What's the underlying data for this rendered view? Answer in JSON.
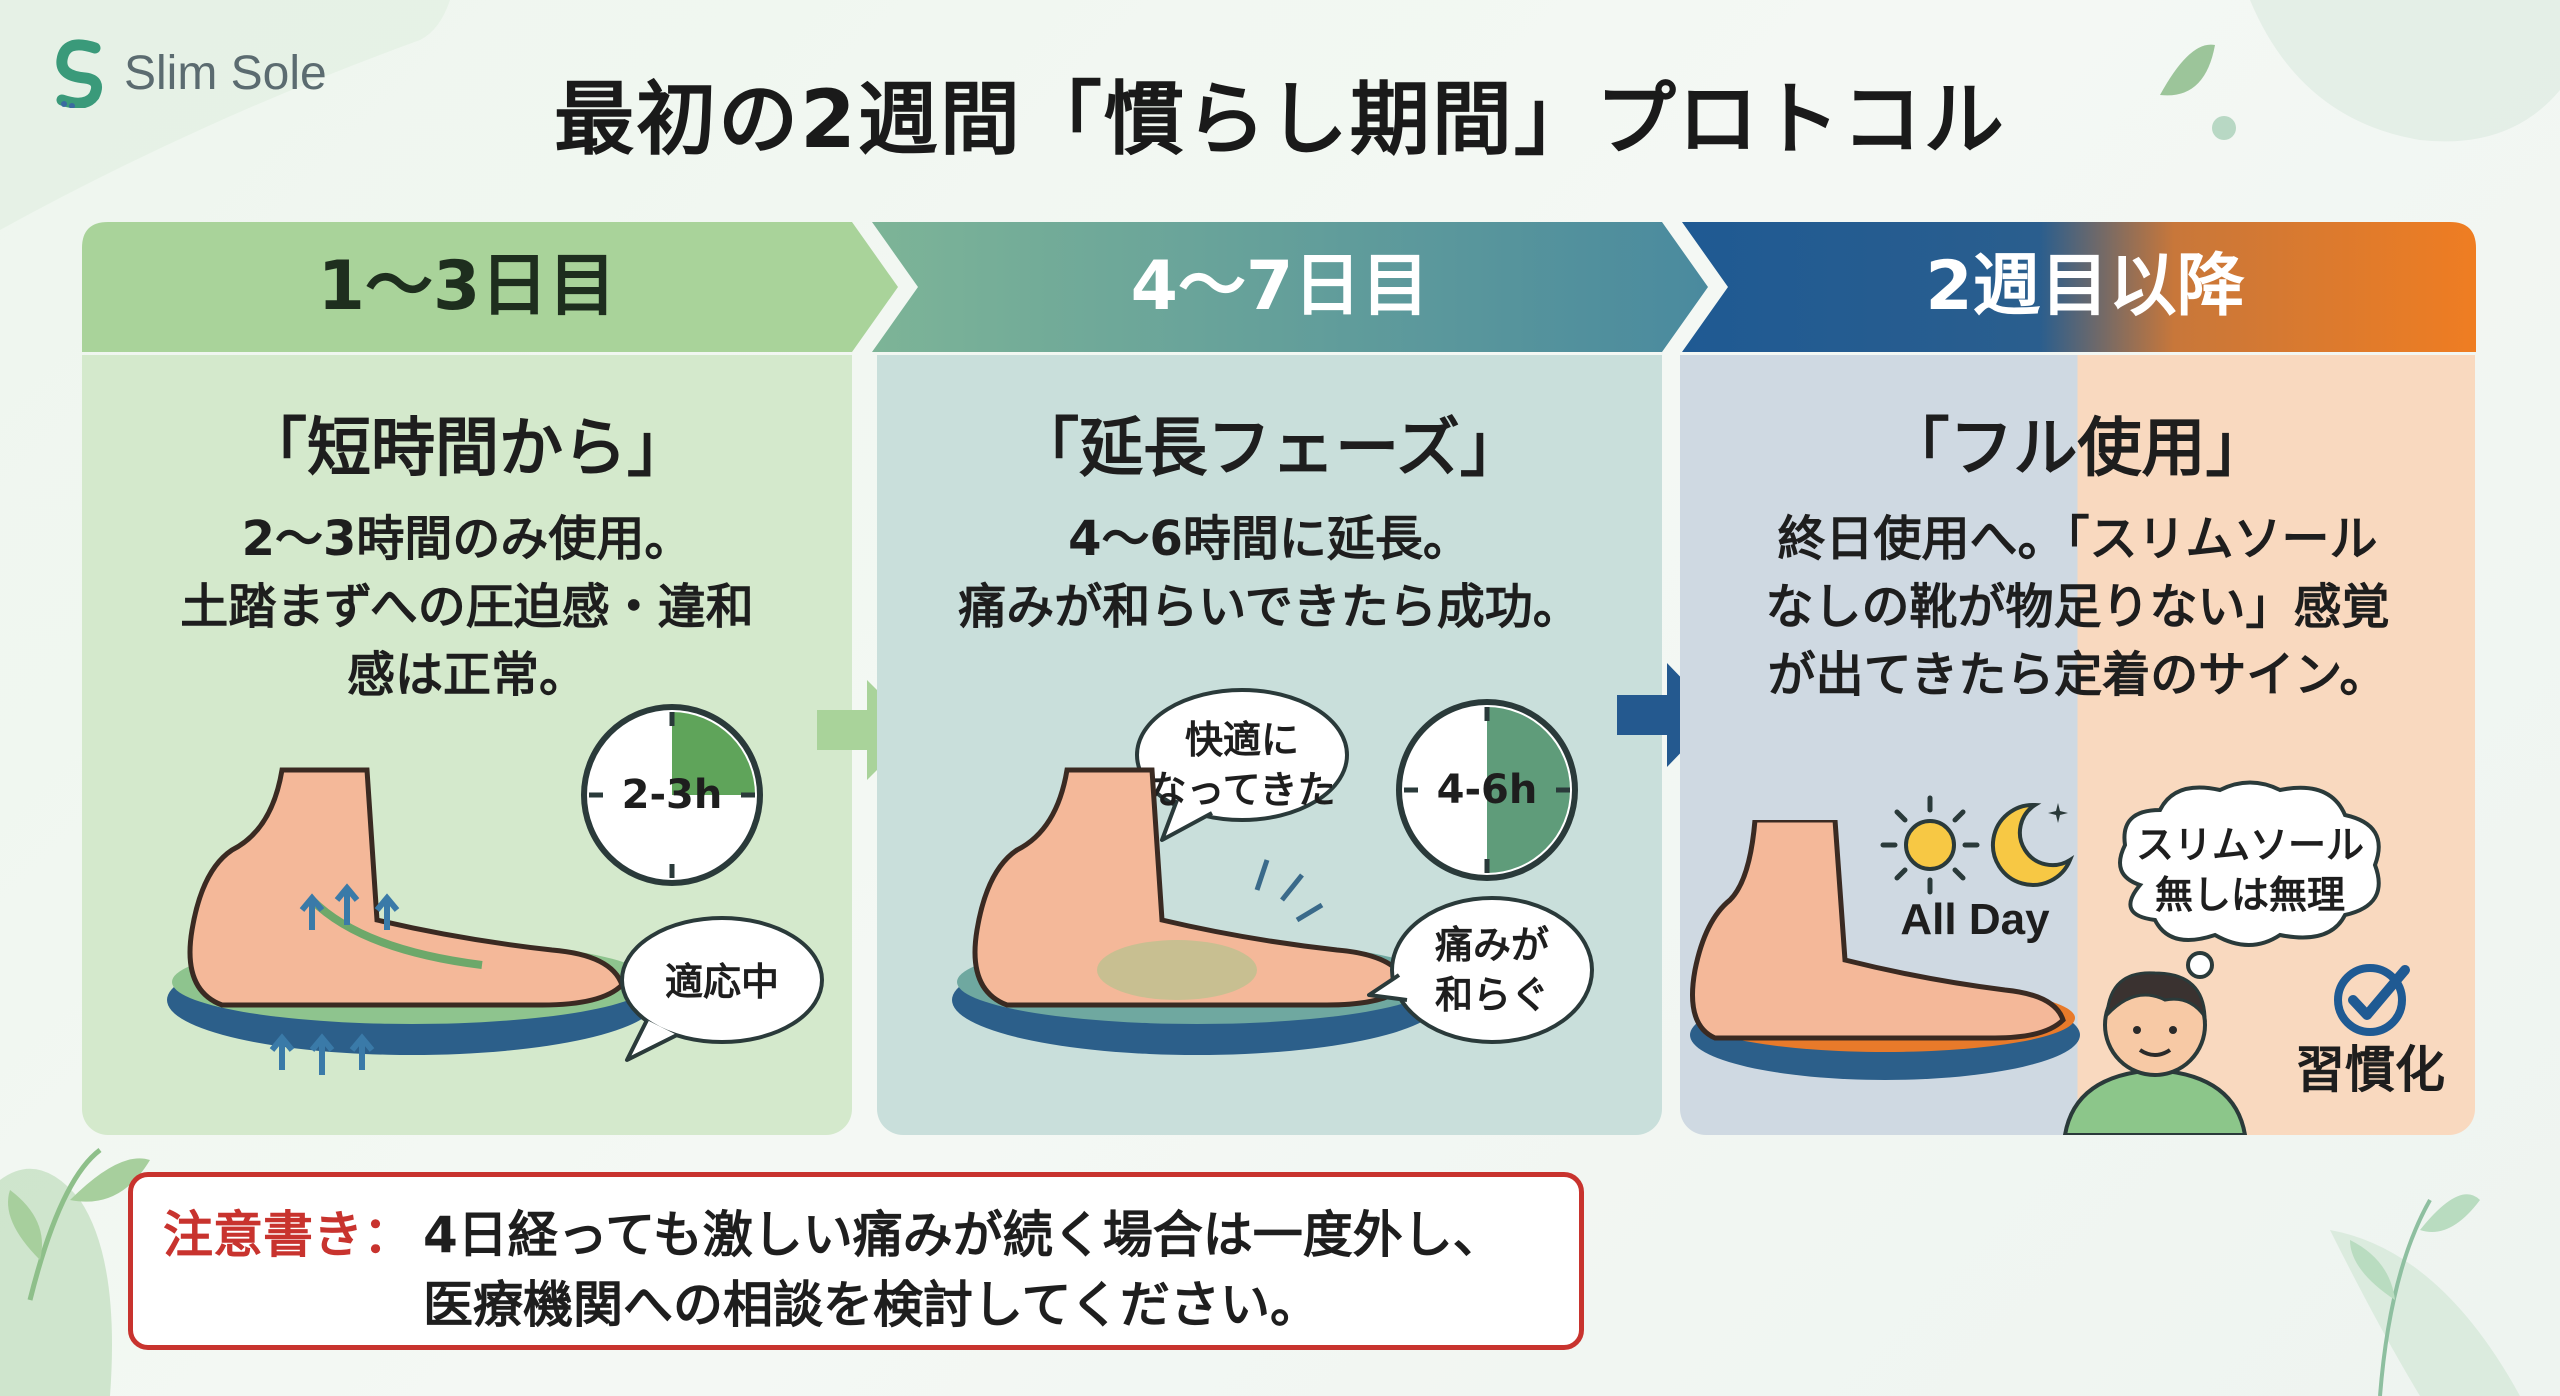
{
  "brand": {
    "name": "Slim Sole"
  },
  "title": "最初の2週間「慣らし期間」プロトコル",
  "steps": [
    {
      "label": "1〜3日目",
      "subtitle": "「短時間から」",
      "desc": [
        "2〜3時間のみ使用。",
        "土踏まずへの圧迫感・違和",
        "感は正常。"
      ],
      "clock": "2-3h",
      "bubble": "適応中"
    },
    {
      "label": "4〜7日目",
      "subtitle": "「延長フェーズ」",
      "desc": [
        "4〜6時間に延長。",
        "痛みが和らいできたら成功。"
      ],
      "clock": "4-6h",
      "bubble_top": [
        "快適に",
        "なってきた"
      ],
      "bubble_bottom": [
        "痛みが",
        "和らぐ"
      ]
    },
    {
      "label": "2週目以降",
      "subtitle": "「フル使用」",
      "desc": [
        "終日使用へ。「スリムソール",
        "なしの靴が物足りない」感覚",
        "が出てきたら定着のサイン。"
      ],
      "allday": "All Day",
      "thought": [
        "スリムソール",
        "無しは無理"
      ],
      "habit": "習慣化"
    }
  ],
  "caution": {
    "label": "注意書き：",
    "lines": [
      "4日経っても激しい痛みが続く場合は一度外し、",
      "医療機関への相談を検討してください。"
    ]
  },
  "colors": {
    "step1_header": "#a9d39a",
    "step2_header": "#5c9a96",
    "step3_header_left": "#1f5a93",
    "step3_header_right": "#ef7d22",
    "caution_red": "#c8332e",
    "insole_blue": "#2c5f8a",
    "insole_green": "#7fb88a",
    "insole_orange": "#e87a2a"
  },
  "icons": [
    "logo-s-icon",
    "leaf-icon",
    "clock-icon",
    "foot-illustration",
    "sun-icon",
    "moon-icon",
    "person-icon",
    "check-circle-icon",
    "arrow-right-icon"
  ]
}
